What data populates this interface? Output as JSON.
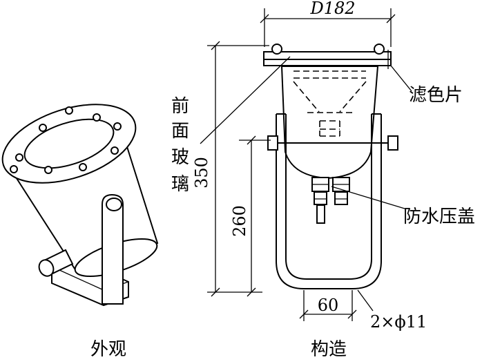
{
  "captions": {
    "exterior": "外观",
    "structure": "构造"
  },
  "callouts": {
    "filter": "滤色片",
    "front_glass": [
      "前",
      "面",
      "玻",
      "璃"
    ],
    "waterproof_cap": "防水压盖"
  },
  "dimensions": {
    "top_diameter": "D182",
    "total_height": "350",
    "bracket_height": "260",
    "hole_spacing": "60",
    "holes": "2×ϕ11"
  }
}
